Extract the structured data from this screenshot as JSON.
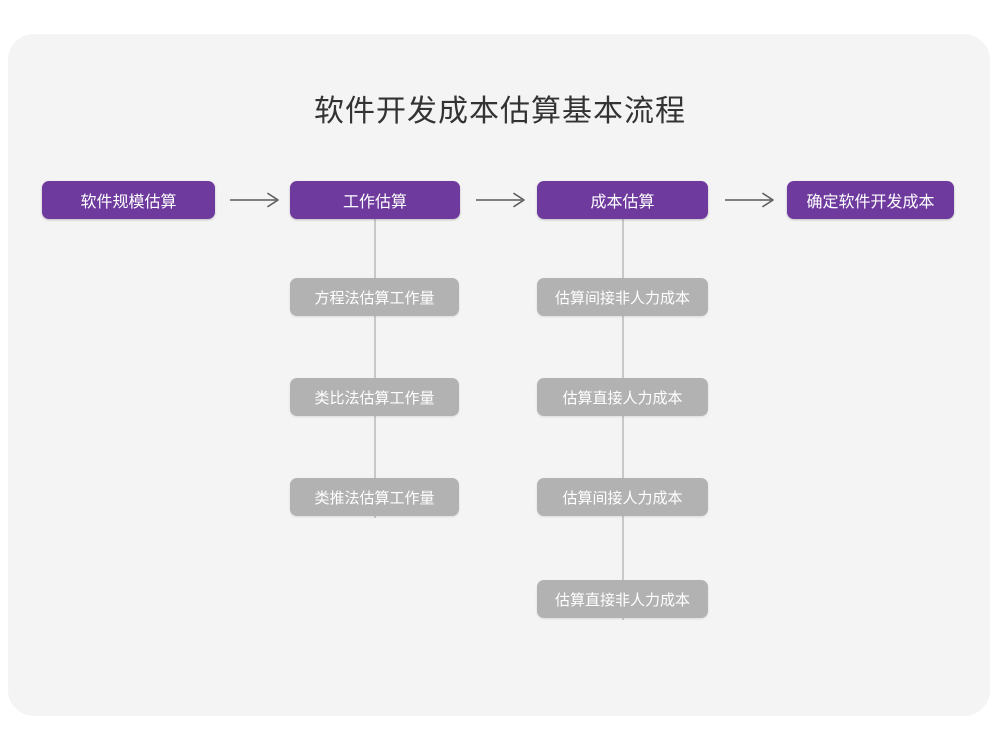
{
  "page": {
    "title": "软件开发成本估算基本流程",
    "card_background": "#f4f4f5",
    "accent_color": "#6f3a9e",
    "sub_node_color": "#b2b2b2",
    "connector_color": "#c9c9c9",
    "title_color": "#333333"
  },
  "flow": {
    "arrow_glyph": "arrow-right-long",
    "main_steps": [
      {
        "id": "step-1",
        "label": "软件规模估算"
      },
      {
        "id": "step-2",
        "label": "工作估算"
      },
      {
        "id": "step-3",
        "label": "成本估算"
      },
      {
        "id": "step-4",
        "label": "确定软件开发成本"
      }
    ],
    "branches": [
      {
        "parent": "工作估算",
        "items": [
          {
            "label": "方程法估算工作量"
          },
          {
            "label": "类比法估算工作量"
          },
          {
            "label": "类推法估算工作量"
          }
        ]
      },
      {
        "parent": "成本估算",
        "items": [
          {
            "label": "估算间接非人力成本"
          },
          {
            "label": "估算直接人力成本"
          },
          {
            "label": "估算间接人力成本"
          },
          {
            "label": "估算直接非人力成本"
          }
        ]
      }
    ]
  }
}
